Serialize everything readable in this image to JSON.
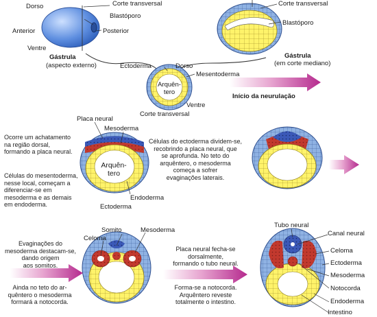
{
  "labels": {
    "dorso": "Dorso",
    "corte_transversal_1": "Corte transversal",
    "blastoporo_1": "Blastóporo",
    "anterior": "Anterior",
    "posterior": "Posterior",
    "ventre": "Ventre",
    "gastrula_1_title": "Gástrula",
    "gastrula_1_sub": "(aspecto externo)",
    "corte_transversal_2": "Corte transversal",
    "blastoporo_2": "Blastóporo",
    "gastrula_2_title": "Gástrula",
    "gastrula_2_sub": "(em corte mediano)",
    "ectoderma_1": "Ectoderma",
    "dorso_2": "Dorso",
    "mesentoderma": "Mesentoderma",
    "arquentero_1a": "Arquên-",
    "arquentero_1b": "tero",
    "ventre_2": "Ventre",
    "corte_transversal_3": "Corte transversal",
    "inicio_neurulacao": "Início da neurulação",
    "placa_neural": "Placa neural",
    "mesoderma_1": "Mesoderma",
    "arquentero_2a": "Arquên-",
    "arquentero_2b": "tero",
    "endoderma_1": "Endoderma",
    "ectoderma_2": "Ectoderma",
    "somito": "Somito",
    "celoma_1": "Celoma",
    "mesoderma_2": "Mesoderma",
    "tubo_neural": "Tubo neural",
    "canal_neural": "Canal neural",
    "celoma_2": "Celoma",
    "ectoderma_3": "Ectoderma",
    "mesoderma_3": "Mesoderma",
    "notocorda": "Notocorda",
    "endoderma_2": "Endoderma",
    "intestino": "Intestino"
  },
  "texts": {
    "t1": [
      "Ocorre um achatamento",
      "na região dorsal,",
      "formando a placa neural."
    ],
    "t2": [
      "Células do mesentoderma,",
      "nesse local, começam a",
      "diferenciar-se em",
      "mesoderma e as demais",
      "em endoderma."
    ],
    "t3": [
      "Células do ectoderma dividem-se,",
      "recobrindo a placa neural, que",
      "se aprofunda. No teto do",
      "arquêntero, o mesoderma",
      "começa a sofrer",
      "evaginações laterais."
    ],
    "t4": [
      "Evaginações do",
      "mesoderma destacam-se,",
      "dando origem",
      "aos somitos."
    ],
    "t5": [
      "Ainda no teto do ar-",
      "quêntero o mesoderma",
      "formará a notocorda."
    ],
    "t6": [
      "Placa neural fecha-se",
      "dorsalmente,",
      "formando o tubo neural."
    ],
    "t7": [
      "Forma-se a notocorda.",
      "Arquêntero reveste",
      "totalmente o intestino."
    ]
  },
  "colors": {
    "ectoderm": "#8fb2e3",
    "endoderm": "#fff36a",
    "mesoderm": "#c2392e",
    "neural": "#3b59b8",
    "arrow": "#b52a8e",
    "cavity": "#ffffff"
  }
}
